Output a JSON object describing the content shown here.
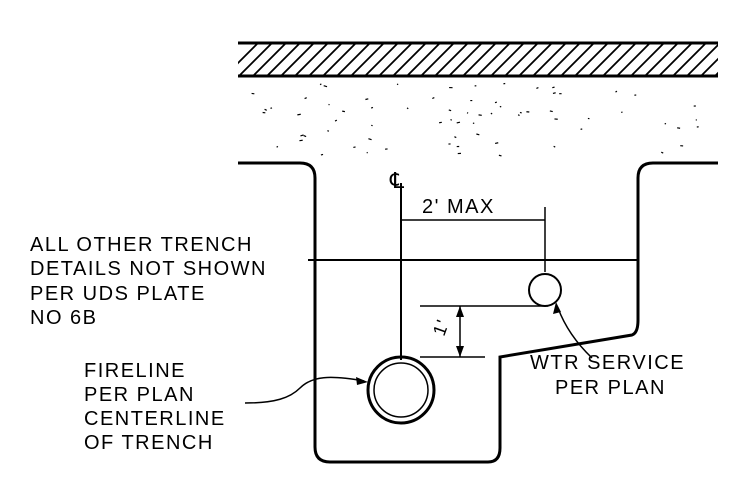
{
  "title": "",
  "labels": {
    "centerline_symbol": "℄",
    "dimension_horizontal": "2' MAX",
    "dimension_vertical": "1'",
    "note_other_details": [
      "ALL OTHER TRENCH",
      "DETAILS NOT SHOWN",
      "PER UDS PLATE",
      "NO 6B"
    ],
    "fireline": [
      "FIRELINE",
      "PER PLAN",
      "CENTERLINE",
      "OF TRENCH"
    ],
    "water_service": [
      "WTR SERVICE",
      "PER PLAN"
    ]
  },
  "colors": {
    "ink": "#000000",
    "background": "#ffffff"
  }
}
